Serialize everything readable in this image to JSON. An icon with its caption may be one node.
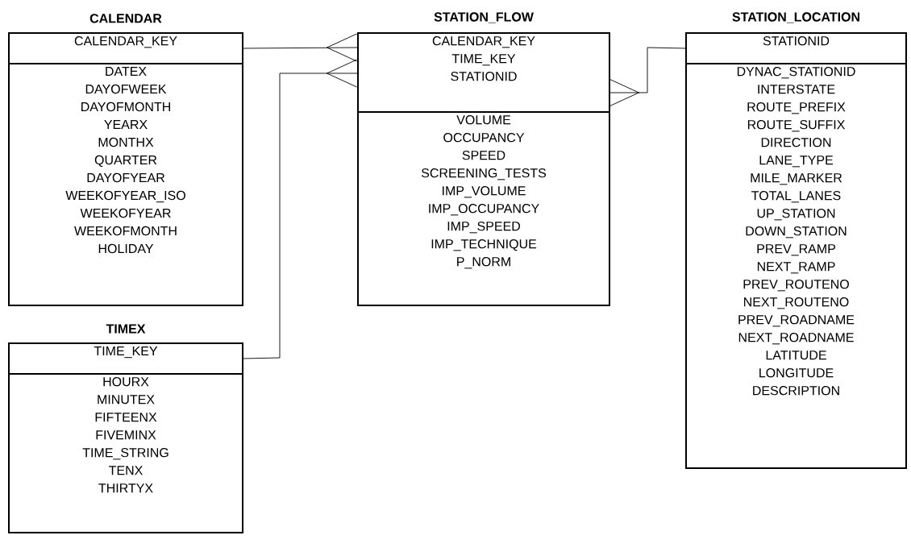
{
  "diagram": {
    "nodes": [
      {
        "text": [
          "CALENDAR"
        ]
      },
      {
        "text": [
          "CALENDAR_KEY"
        ],
        "in": 0
      },
      {
        "text": [
          "DATEX",
          "DAYOFWEEK",
          "DAYOFMONTH",
          "YEARX",
          "MONTHX",
          "QUARTER",
          "DAYOFYEAR",
          "WEEKOFYEAR_ISO",
          "WEEKOFYEAR",
          "WEEKOFMONTH",
          "HOLIDAY"
        ],
        "in": 0
      },
      {
        "text": [
          "STATION_FLOW"
        ]
      },
      {
        "text": [
          "CALENDAR_KEY",
          "TIME_KEY",
          "STATIONID"
        ],
        "in": 3
      },
      {
        "text": [
          "VOLUME",
          "OCCUPANCY",
          "SPEED",
          "SCREENING_TESTS",
          "IMP_VOLUME",
          "IMP_OCCUPANCY",
          "IMP_SPEED",
          "IMP_TECHNIQUE",
          "P_NORM"
        ],
        "in": 3
      },
      {
        "text": [
          "STATION_LOCATION"
        ]
      },
      {
        "text": [
          "STATIONID"
        ],
        "in": 6
      },
      {
        "text": [
          "DYNAC_STATIONID",
          "INTERSTATE",
          "ROUTE_PREFIX",
          "ROUTE_SUFFIX",
          "DIRECTION",
          "LANE_TYPE",
          "MILE_MARKER",
          "TOTAL_LANES",
          "UP_STATION",
          "DOWN_STATION",
          "PREV_RAMP",
          "NEXT_RAMP",
          "PREV_ROUTENO",
          "NEXT_ROUTENO",
          "PREV_ROADNAME",
          "NEXT_ROADNAME",
          "LATITUDE",
          "LONGITUDE",
          "DESCRIPTION"
        ],
        "in": 6
      },
      {
        "text": [
          "TIMEX"
        ]
      },
      {
        "text": [
          "TIME_KEY"
        ],
        "in": 9
      },
      {
        "text": [
          "HOURX",
          "MINUTEX",
          "FIFTEENX",
          "FIVEMINX",
          "TIME_STRING",
          "TENX",
          "THIRTYX"
        ],
        "in": 9
      }
    ],
    "edges": [
      {
        "from": 1,
        "to": 4,
        "arrow": "other"
      },
      {
        "from": 10,
        "to": 4,
        "arrow": "other"
      },
      {
        "from": 7,
        "to": 4,
        "arrow": "other"
      }
    ]
  }
}
